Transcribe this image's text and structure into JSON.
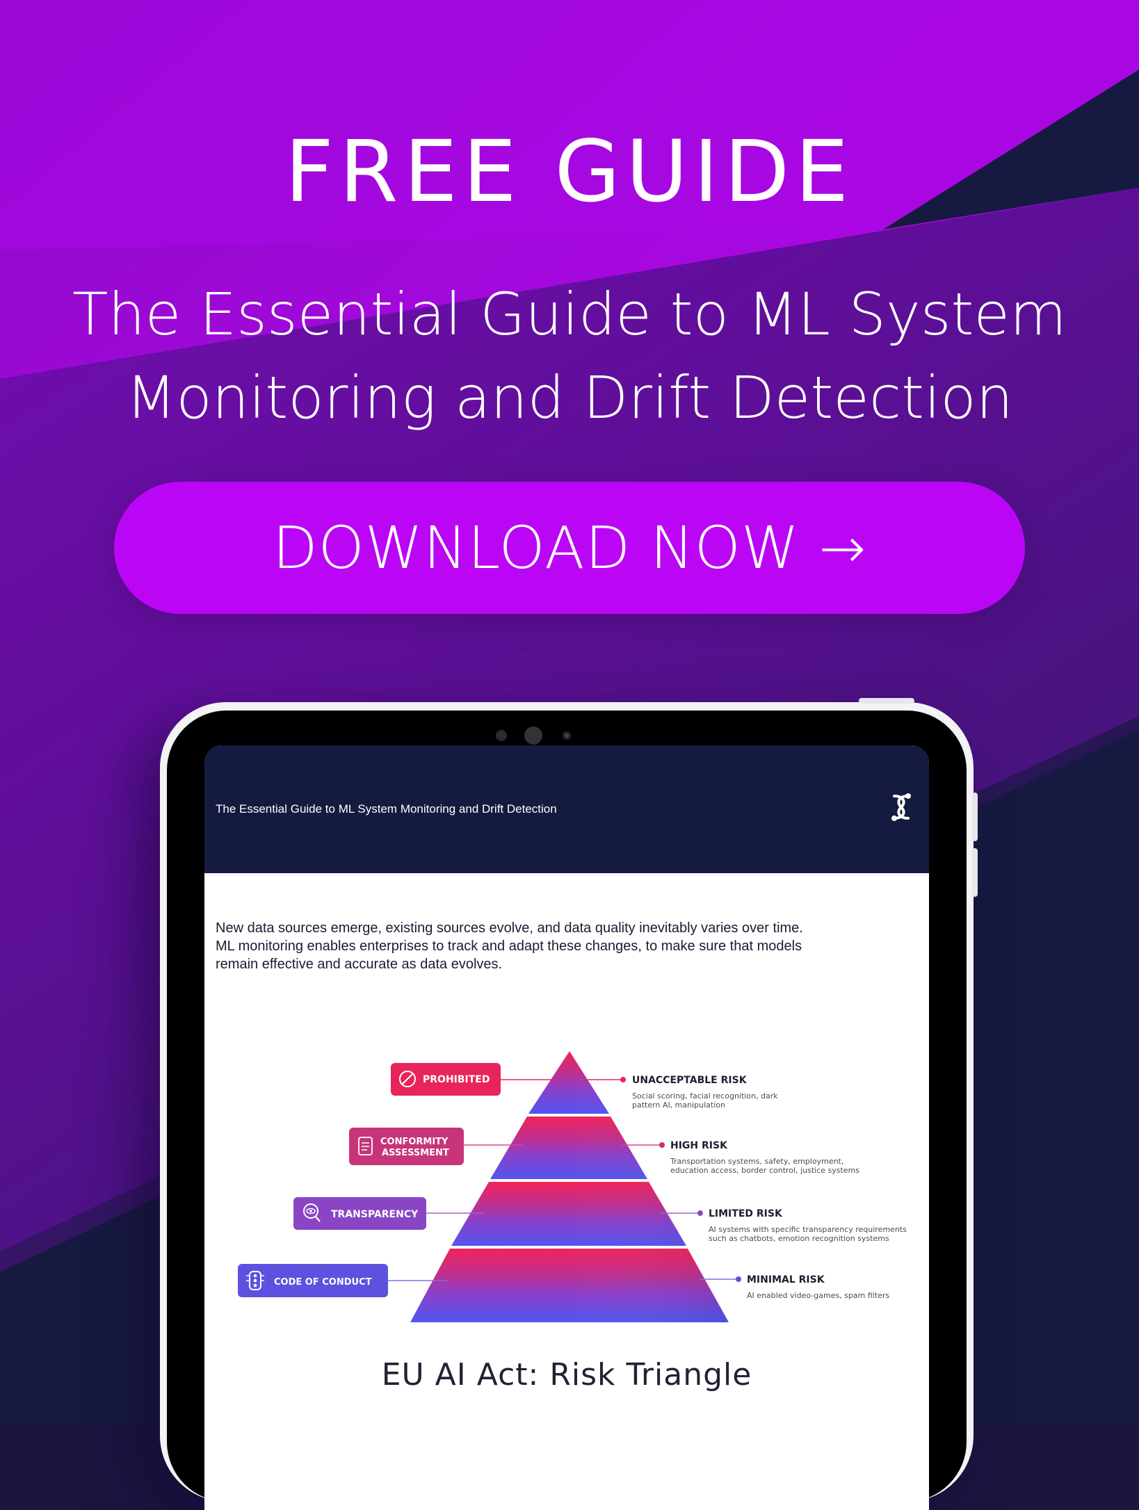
{
  "banner": {
    "eyebrow": "FREE GUIDE",
    "title_line1": "The Essential Guide to ML System",
    "title_line2": "Monitoring and Drift Detection",
    "cta_label": "DOWNLOAD NOW",
    "cta_arrow": "→"
  },
  "colors": {
    "background_purple": "#9a0ad6",
    "background_deep_purple": "#5a0f95",
    "background_navy": "#161a40",
    "cta_magenta": "#bb06f6",
    "doc_header_navy": "#141a40"
  },
  "document": {
    "header_title": "The Essential Guide to ML System Monitoring and Drift Detection",
    "logo_icon": "brand-knot-icon",
    "intro_lines": [
      "New data sources emerge, existing sources evolve, and data quality inevitably varies over time.",
      "ML monitoring enables enterprises to track and adapt these changes, to make sure that models",
      "remain effective and accurate as data evolves."
    ],
    "pyramid_caption": "EU AI Act: Risk Triangle",
    "tiers": [
      {
        "tag_lines": [
          "PROHIBITED"
        ],
        "tag_icon": "prohibited-icon",
        "tag_color": "#e8245a",
        "risk_label": "UNACCEPTABLE RISK",
        "desc_lines": [
          "Social scoring, facial recognition, dark",
          "pattern AI, manipulation"
        ]
      },
      {
        "tag_lines": [
          "CONFORMITY",
          "ASSESSMENT"
        ],
        "tag_icon": "document-icon",
        "tag_color": "#c8347a",
        "risk_label": "HIGH RISK",
        "desc_lines": [
          "Transportation systems, safety, employment,",
          "education access, border control, justice systems"
        ]
      },
      {
        "tag_lines": [
          "TRANSPARENCY"
        ],
        "tag_icon": "eye-search-icon",
        "tag_color": "#8a45c4",
        "risk_label": "LIMITED RISK",
        "desc_lines": [
          "AI systems with specific transparency requirements",
          "such as chatbots, emotion recognition systems"
        ]
      },
      {
        "tag_lines": [
          "CODE OF CONDUCT"
        ],
        "tag_icon": "traffic-light-icon",
        "tag_color": "#5d52e0",
        "risk_label": "MINIMAL RISK",
        "desc_lines": [
          "AI enabled video-games, spam filters"
        ]
      }
    ]
  }
}
